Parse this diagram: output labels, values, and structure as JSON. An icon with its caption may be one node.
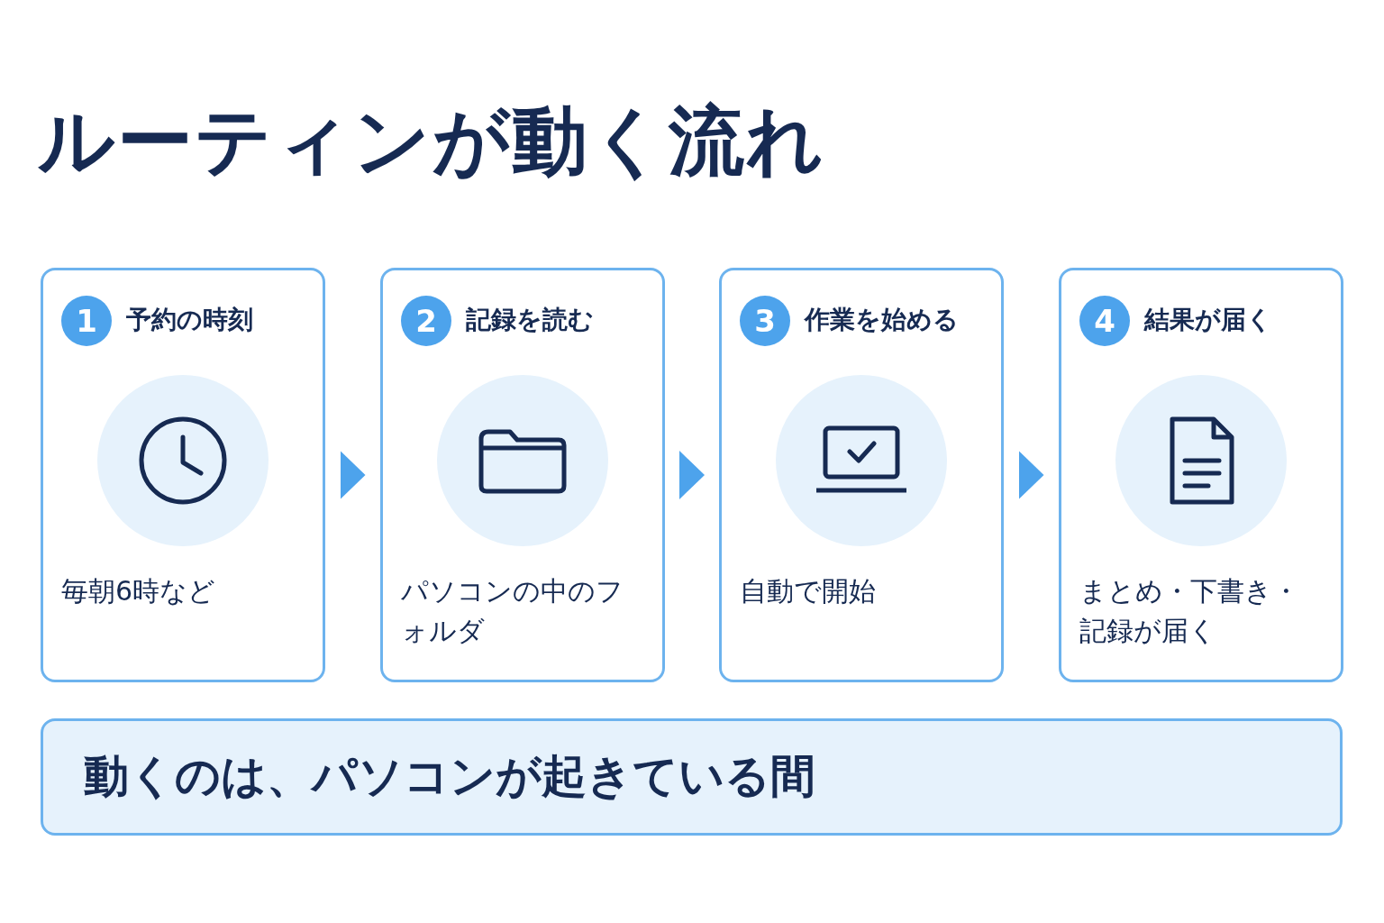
{
  "diagram": {
    "title": "ルーティンが動く流れ",
    "nodes": [
      {
        "text": [
          "予約の時刻",
          "毎朝6時など"
        ]
      },
      {
        "text": [
          "1"
        ],
        "in": 0
      },
      {
        "text": [
          "記録を読む",
          "パソコンの中のフォルダ"
        ]
      },
      {
        "text": [
          "2"
        ],
        "in": 2
      },
      {
        "text": [
          "作業を始める",
          "自動で開始"
        ]
      },
      {
        "text": [
          "3"
        ],
        "in": 4
      },
      {
        "text": [
          "結果が届く",
          "まとめ・下書き・記録が届く"
        ]
      },
      {
        "text": [
          "4"
        ],
        "in": 6
      },
      {
        "text": [
          "動くのは、パソコンが起きている間"
        ]
      }
    ],
    "edges": [
      {
        "from": 0,
        "to": 2,
        "arrow": "to"
      },
      {
        "from": 2,
        "to": 4,
        "arrow": "to"
      },
      {
        "from": 4,
        "to": 6,
        "arrow": "to"
      }
    ]
  }
}
